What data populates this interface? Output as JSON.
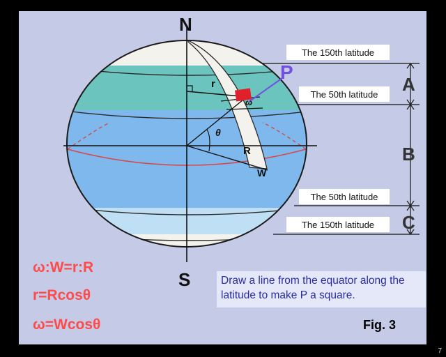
{
  "globe": {
    "north": "N",
    "south": "S",
    "radius_label": "r",
    "big_radius_label": "R",
    "angle_label": "θ",
    "omega_label": "ω",
    "w_label": "W",
    "point_label": "P"
  },
  "latitude_labels": {
    "top_150": "The 150th latitude",
    "top_50": "The 50th latitude",
    "bottom_50": "The 50th latitude",
    "bottom_150": "The 150th latitude"
  },
  "zones": {
    "a": "A",
    "b": "B",
    "c": "C"
  },
  "formulas": [
    "ω:W=r:R",
    "r=Rcosθ",
    "ω=Wcosθ"
  ],
  "note": "Draw a line from the equator along the latitude to make P a square.",
  "figure_label": "Fig. 3",
  "page_number": "7",
  "colors": {
    "background": "#c5cbe6",
    "band_light_blue": "#bfe0f4",
    "band_teal": "#6cc4be",
    "band_blue": "#7eb8ec",
    "equator_red": "#d44a4a",
    "formula_red": "#ff4a4a",
    "point_marker": "#e0202a",
    "pointer_purple": "#7050e0",
    "note_text": "#2a2aa0"
  }
}
